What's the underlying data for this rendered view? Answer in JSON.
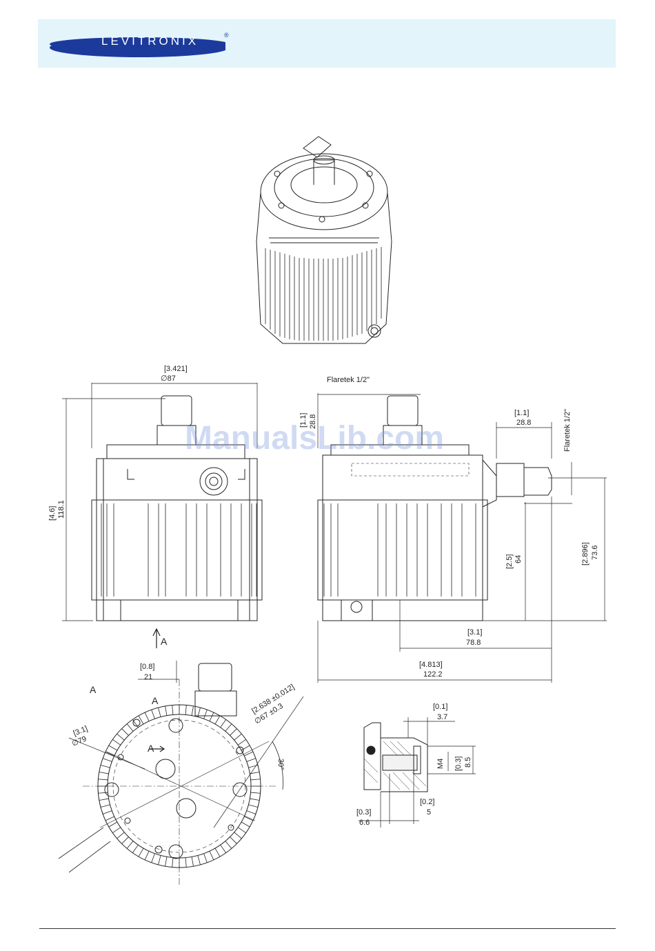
{
  "brand": {
    "name": "LEVITRONIX",
    "reg": "®"
  },
  "watermark": "ManualsLib.com",
  "front_view": {
    "diameter_in": "[3.421]",
    "diameter_mm": "∅87",
    "height_in": "[4.6]",
    "height_mm": "118.1",
    "view_marker": "A"
  },
  "side_view": {
    "flaretek_top": "Flaretek 1/2\"",
    "flaretek_right": "Flaretek 1/2\"",
    "top_offset_in": "[1.1]",
    "top_offset_mm": "28.8",
    "right_offset_in": "[1.1]",
    "right_offset_mm": "28.8",
    "h64_in": "[2.5]",
    "h64_mm": "64",
    "h736_in": "[2.896]",
    "h736_mm": "73.6",
    "w788_in": "[3.1]",
    "w788_mm": "78.8",
    "w1222_in": "[4.813]",
    "w1222_mm": "122.2"
  },
  "bottom_view": {
    "label_a1": "A",
    "label_a2": "A",
    "label_a3": "A",
    "offset_in": "[0.8]",
    "offset_mm": "21",
    "dia79_in": "[3.1]",
    "dia79_mm": "∅79",
    "dia67_in": "[2.638 ±0.012]",
    "dia67_mm": "∅67 ±0.3",
    "angle": "30°"
  },
  "detail_view": {
    "d37_in": "[0.1]",
    "d37_mm": "3.7",
    "thread": "M4",
    "d85_in": "[0.3]",
    "d85_mm": "8.5",
    "d5_in": "[0.2]",
    "d5_mm": "5",
    "d66_in": "[0.3]",
    "d66_mm": "6.6"
  }
}
